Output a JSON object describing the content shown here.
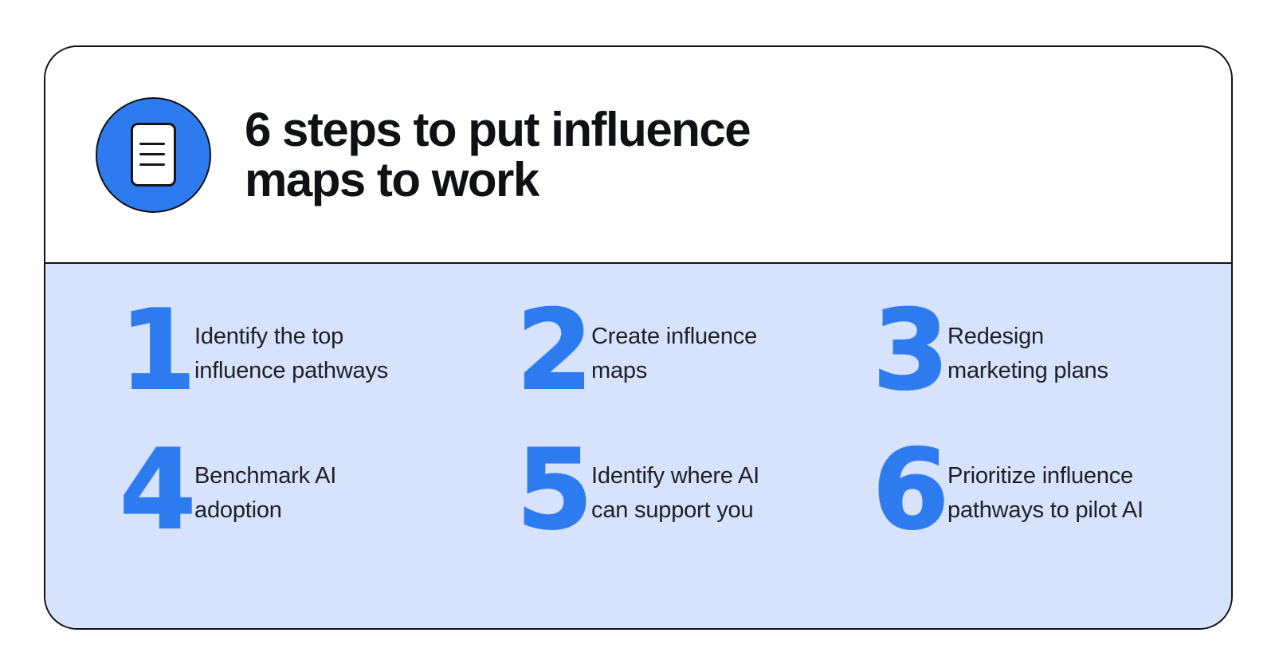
{
  "colors": {
    "accent_blue": "#2e7bf0",
    "panel_blue": "#d7e3fc",
    "ink": "#101114",
    "step_text": "#1d2025"
  },
  "header": {
    "icon": "document-icon",
    "title": "6 steps to put influence maps to work",
    "title_lines": [
      "6 steps to put influence",
      "maps to work"
    ]
  },
  "steps": [
    {
      "number": "1",
      "label": "Identify the top influence pathways",
      "label_lines": [
        "Identify the top",
        "influence pathways"
      ]
    },
    {
      "number": "2",
      "label": "Create influence maps",
      "label_lines": [
        "Create influence",
        "maps"
      ]
    },
    {
      "number": "3",
      "label": "Redesign marketing plans",
      "label_lines": [
        "Redesign",
        "marketing plans"
      ]
    },
    {
      "number": "4",
      "label": "Benchmark AI adoption",
      "label_lines": [
        "Benchmark AI",
        "adoption"
      ]
    },
    {
      "number": "5",
      "label": "Identify where AI can support you",
      "label_lines": [
        "Identify where AI",
        "can support you"
      ]
    },
    {
      "number": "6",
      "label": "Prioritize influence pathways to pilot AI",
      "label_lines": [
        "Prioritize influence",
        "pathways to pilot AI"
      ]
    }
  ]
}
